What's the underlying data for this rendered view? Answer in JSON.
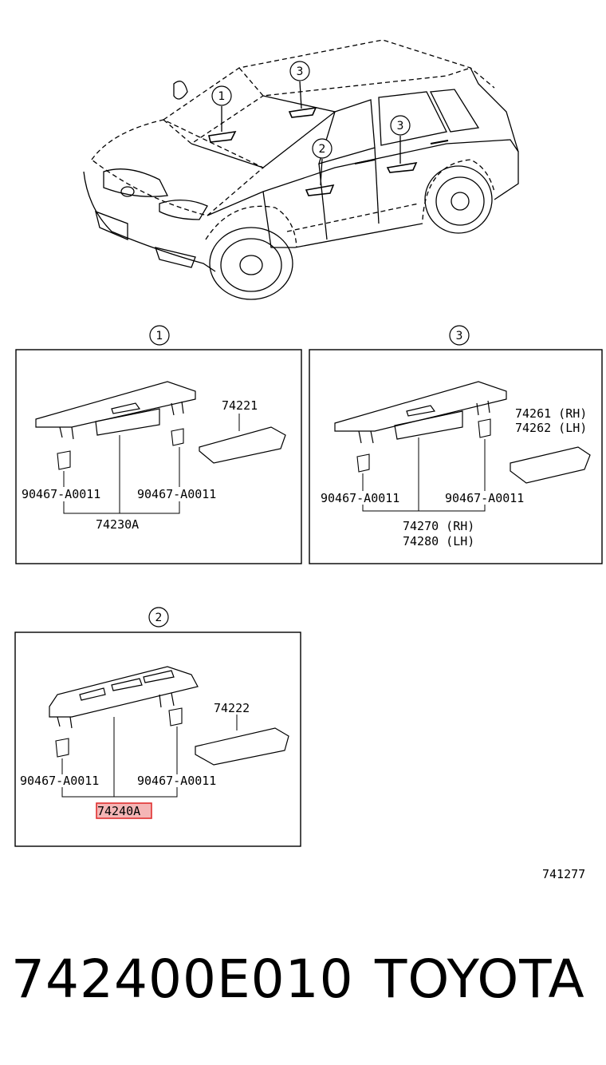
{
  "callouts": {
    "c1": "1",
    "c2": "2",
    "c3": "3"
  },
  "panel1": {
    "label": "1",
    "trim": "74221",
    "clip_left": "90467-A0011",
    "clip_right": "90467-A0011",
    "assembly": "74230A"
  },
  "panel3": {
    "label": "3",
    "trim_rh": "74261 (RH)",
    "trim_lh": "74262 (LH)",
    "clip_left": "90467-A0011",
    "clip_right": "90467-A0011",
    "assembly_rh": "74270 (RH)",
    "assembly_lh": "74280 (LH)"
  },
  "panel2": {
    "label": "2",
    "trim": "74222",
    "clip_left": "90467-A0011",
    "clip_right": "90467-A0011",
    "assembly": "74240A"
  },
  "ref_code": "741277",
  "footer": {
    "part_number": "742400E010",
    "brand": "TOYOTA"
  },
  "colors": {
    "highlight_fill": "#f4b6b6",
    "highlight_stroke": "#e03030"
  }
}
